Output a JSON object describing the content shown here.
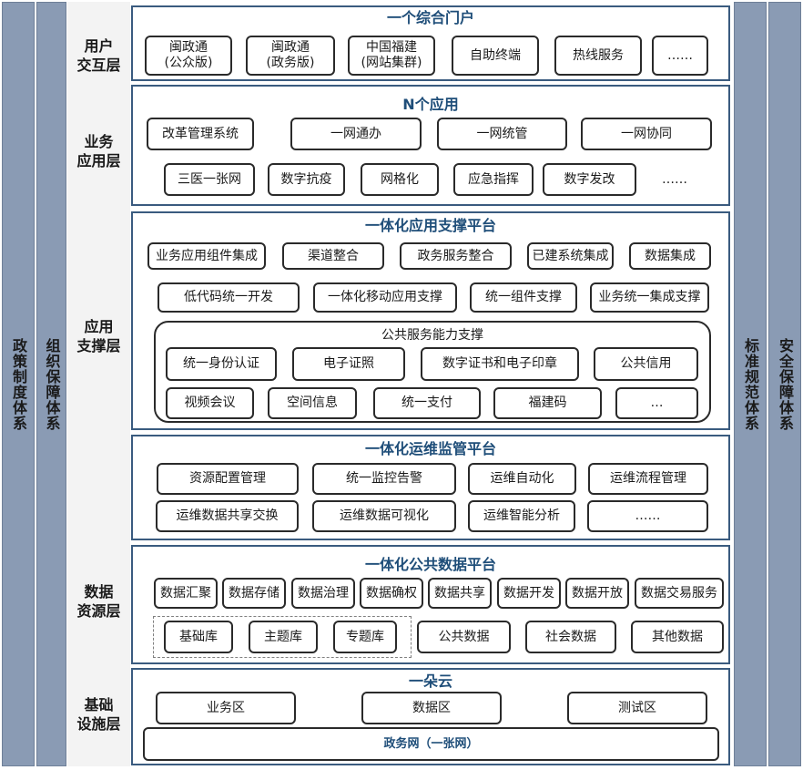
{
  "pillars": {
    "left_outer": "政策制度体系",
    "left_inner": "组织保障体系",
    "right_inner": "标准规范体系",
    "right_outer": "安全保障体系"
  },
  "layers": {
    "user": "用户\n交互层",
    "business": "业务\n应用层",
    "support": "应用\n支撑层",
    "data": "数据\n资源层",
    "infra": "基础\n设施层"
  },
  "portal": {
    "title": "一个综合门户",
    "items": [
      "闽政通\n(公众版)",
      "闽政通\n(政务版)",
      "中国福建\n(网站集群)",
      "自助终端",
      "热线服务",
      "……"
    ]
  },
  "apps": {
    "title": "N个应用",
    "row1": [
      "改革管理系统",
      "一网通办",
      "一网统管",
      "一网协同"
    ],
    "row2": [
      "三医一张网",
      "数字抗疫",
      "网格化",
      "应急指挥",
      "数字发改",
      "……"
    ]
  },
  "support_platform": {
    "title": "一体化应用支撑平台",
    "row1": [
      "业务应用组件集成",
      "渠道整合",
      "政务服务整合",
      "已建系统集成",
      "数据集成"
    ],
    "row2": [
      "低代码统一开发",
      "一体化移动应用支撑",
      "统一组件支撑",
      "业务统一集成支撑"
    ],
    "public_service": {
      "title": "公共服务能力支撑",
      "row1": [
        "统一身份认证",
        "电子证照",
        "数字证书和电子印章",
        "公共信用"
      ],
      "row2": [
        "视频会议",
        "空间信息",
        "统一支付",
        "福建码",
        "…"
      ]
    }
  },
  "ops_platform": {
    "title": "一体化运维监管平台",
    "row1": [
      "资源配置管理",
      "统一监控告警",
      "运维自动化",
      "运维流程管理"
    ],
    "row2": [
      "运维数据共享交换",
      "运维数据可视化",
      "运维智能分析",
      "……"
    ]
  },
  "data_platform": {
    "title": "一体化公共数据平台",
    "row1": [
      "数据汇聚",
      "数据存储",
      "数据治理",
      "数据确权",
      "数据共享",
      "数据开发",
      "数据开放",
      "数据交易服务"
    ],
    "row2_grouped": [
      "基础库",
      "主题库",
      "专题库"
    ],
    "row2_other": [
      "公共数据",
      "社会数据",
      "其他数据"
    ]
  },
  "cloud": {
    "title": "一朵云",
    "zones": [
      "业务区",
      "数据区",
      "测试区"
    ],
    "network": "政务网（一张网）"
  }
}
